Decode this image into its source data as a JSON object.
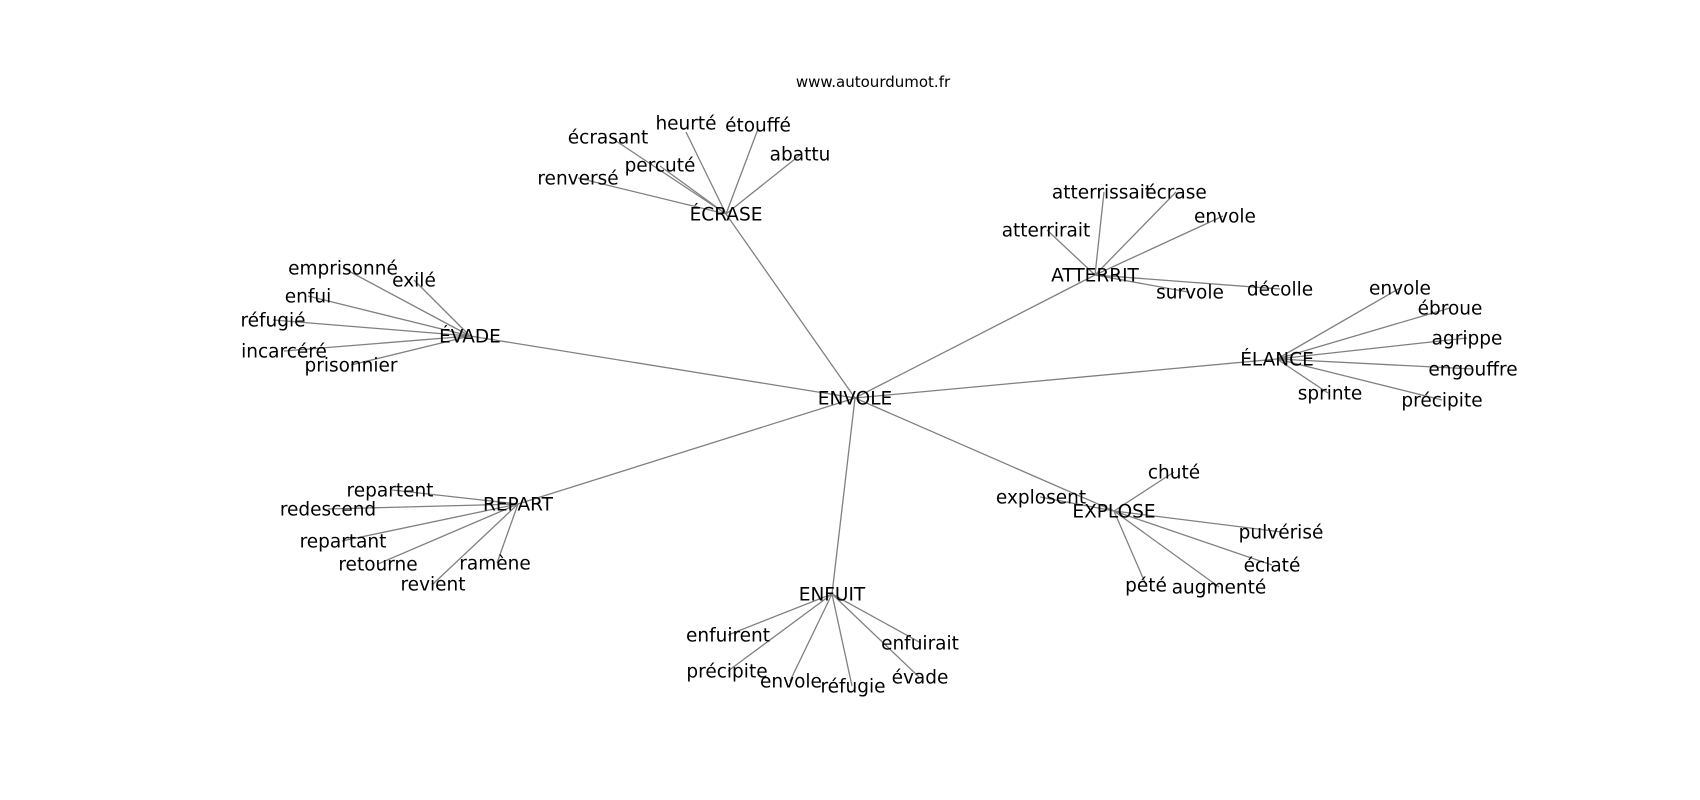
{
  "source": "www.autourdumot.fr",
  "center": "ENVOLE",
  "groups": [
    {
      "id": "ecrase",
      "label": "ÉCRASE",
      "leaves": [
        "heurté",
        "étouffé",
        "écrasant",
        "abattu",
        "percuté",
        "renversé"
      ]
    },
    {
      "id": "atterrit",
      "label": "ATTERRIT",
      "leaves": [
        "atterrissait",
        "écrase",
        "atterrirait",
        "envole",
        "décolle",
        "survole"
      ]
    },
    {
      "id": "evade",
      "label": "ÉVADE",
      "leaves": [
        "emprisonné",
        "exilé",
        "enfui",
        "réfugié",
        "incarcéré",
        "prisonnier"
      ]
    },
    {
      "id": "elance",
      "label": "ÉLANCE",
      "leaves": [
        "envole",
        "ébroue",
        "agrippe",
        "engouffre",
        "sprinte",
        "précipite"
      ]
    },
    {
      "id": "repart",
      "label": "REPART",
      "leaves": [
        "repartent",
        "redescend",
        "repartant",
        "retourne",
        "ramène",
        "revient"
      ]
    },
    {
      "id": "explose",
      "label": "EXPLOSE",
      "leaves": [
        "chuté",
        "explosent",
        "pulvérisé",
        "éclaté",
        "pété",
        "augmenté"
      ]
    },
    {
      "id": "enfuit",
      "label": "ENFUIT",
      "leaves": [
        "enfuirent",
        "enfuirait",
        "précipite",
        "évade",
        "envole",
        "réfugie"
      ]
    }
  ]
}
